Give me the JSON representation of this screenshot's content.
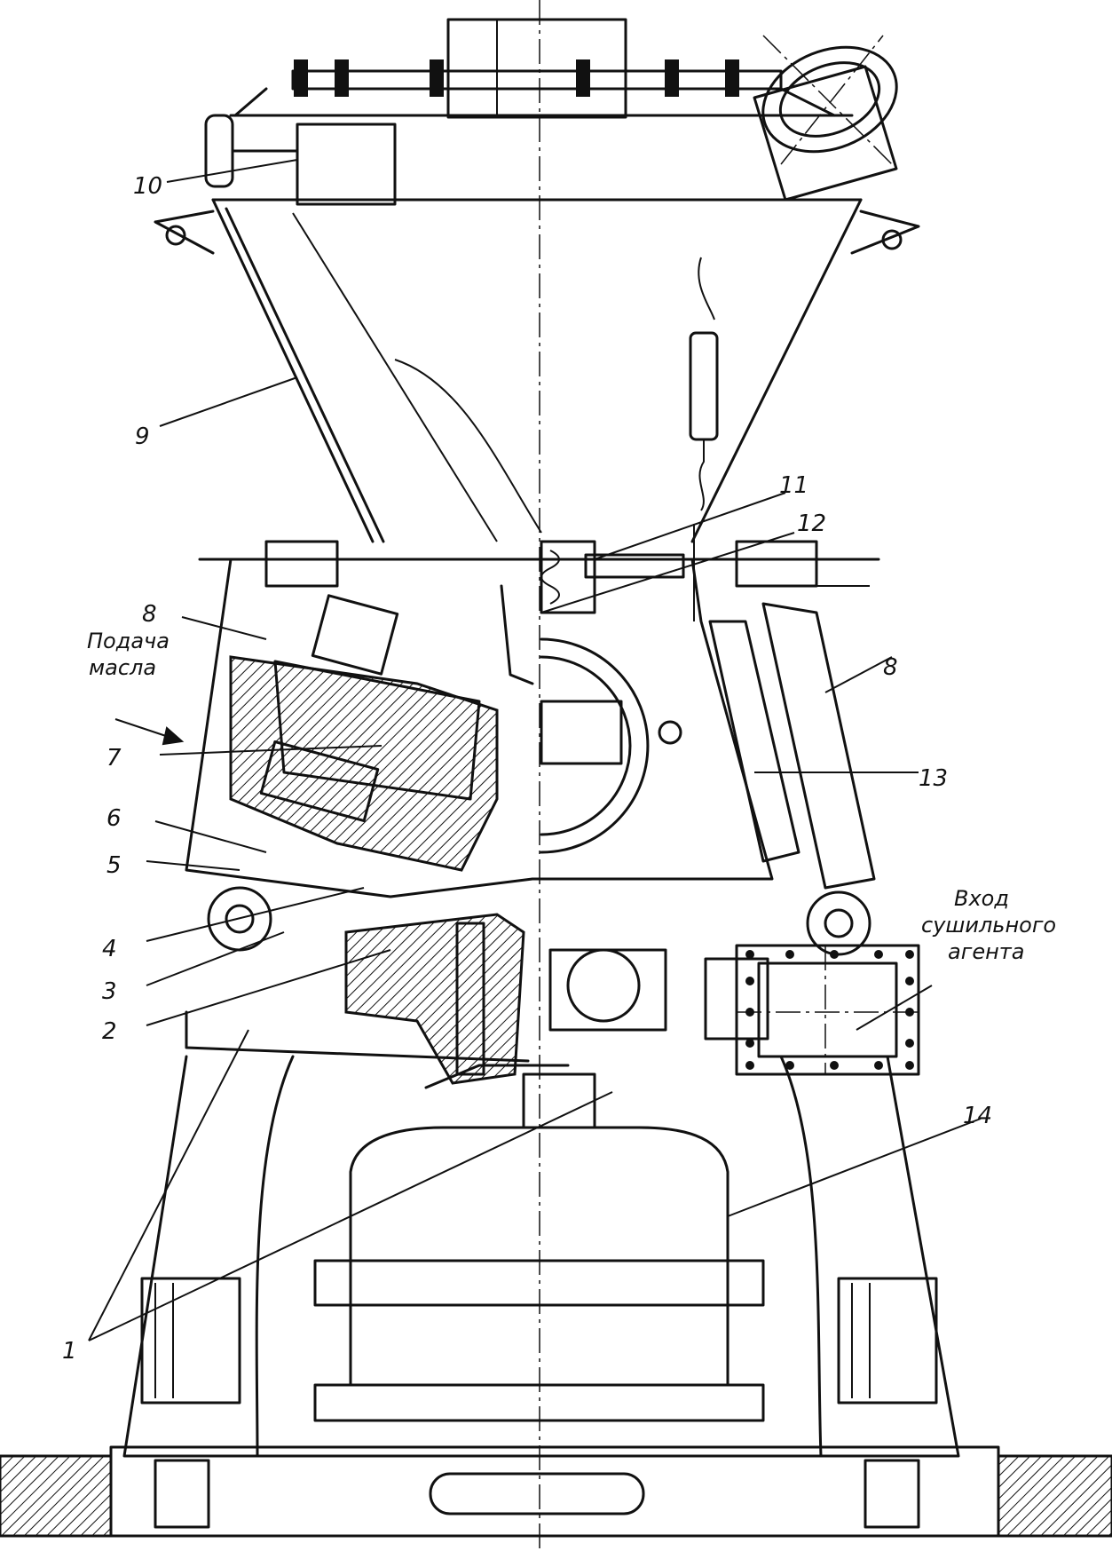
{
  "callouts": {
    "n1": "1",
    "n2": "2",
    "n3": "3",
    "n4": "4",
    "n5": "5",
    "n6": "6",
    "n7": "7",
    "n8": "8",
    "n9": "9",
    "n10": "10",
    "n11": "11",
    "n12": "12",
    "n13": "13",
    "n14": "14"
  },
  "notes": {
    "oil_feed": [
      "Подача",
      "масла"
    ],
    "drying_agent_inlet": [
      "Вход",
      "сушильного",
      "агента"
    ]
  }
}
